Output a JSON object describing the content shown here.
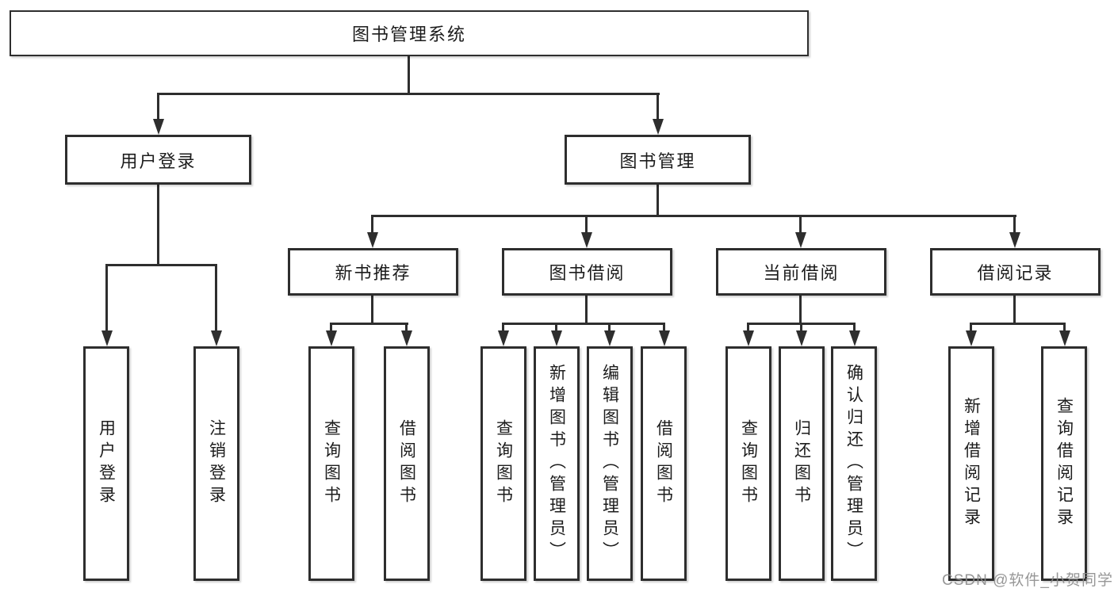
{
  "diagram": {
    "type": "tree",
    "title": "图书管理系统"
  },
  "tree": {
    "root": {
      "label": "图书管理系统",
      "children": [
        {
          "label": "用户登录",
          "children": [
            {
              "label": "用户登录"
            },
            {
              "label": "注销登录"
            }
          ]
        },
        {
          "label": "图书管理",
          "children": [
            {
              "label": "新书推荐",
              "children": [
                {
                  "label": "查询图书"
                },
                {
                  "label": "借阅图书"
                }
              ]
            },
            {
              "label": "图书借阅",
              "children": [
                {
                  "label": "查询图书"
                },
                {
                  "label": "新增图书（管理员）"
                },
                {
                  "label": "编辑图书（管理员）"
                },
                {
                  "label": "借阅图书"
                }
              ]
            },
            {
              "label": "当前借阅",
              "children": [
                {
                  "label": "查询图书"
                },
                {
                  "label": "归还图书"
                },
                {
                  "label": "确认归还（管理员）"
                }
              ]
            },
            {
              "label": "借阅记录",
              "children": [
                {
                  "label": "新增借阅记录"
                },
                {
                  "label": "查询借阅记录"
                }
              ]
            }
          ]
        }
      ]
    }
  },
  "watermark": {
    "text": "CSDN @软件_小贺同学"
  },
  "colors": {
    "line": "#2e2e2e",
    "box_border": "#2e2e2e",
    "text": "#1c1c1c",
    "background": "#ffffff",
    "watermark": "#8c8c8c"
  }
}
